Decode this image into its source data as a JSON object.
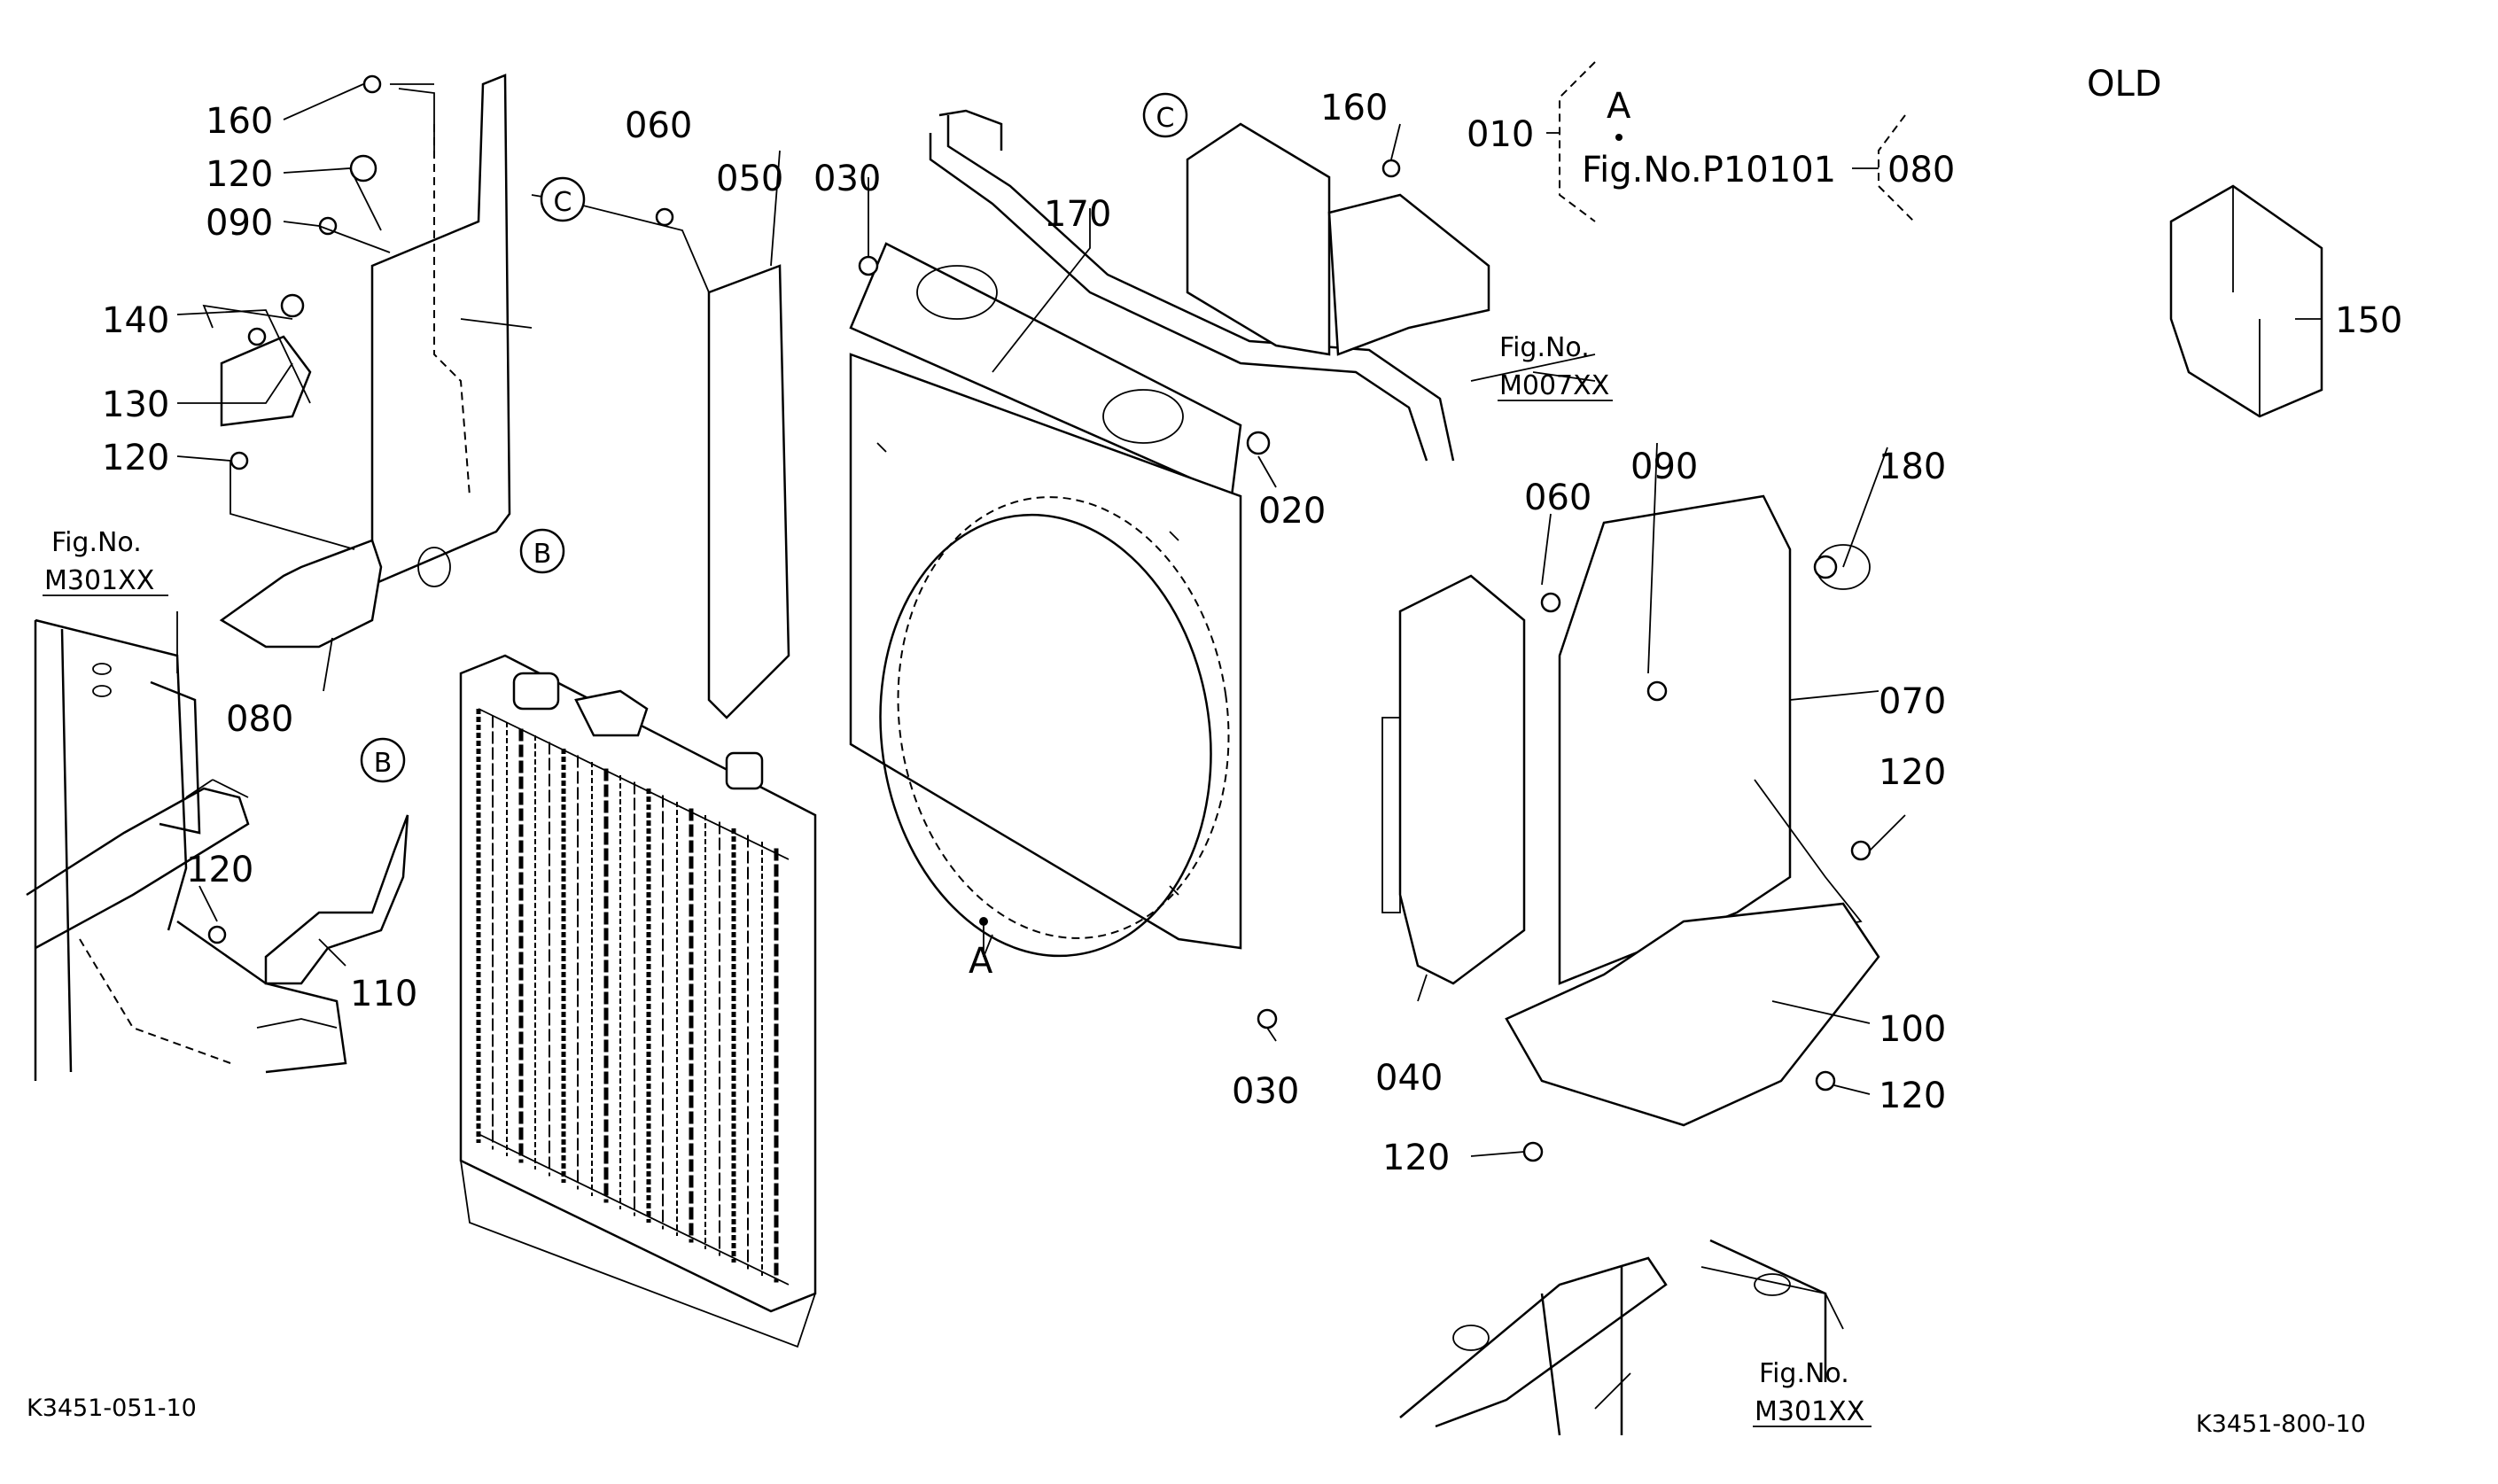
{
  "labels": {
    "l160a": "160",
    "l120a": "120",
    "l090a": "090",
    "l140": "140",
    "l130": "130",
    "l120b": "120",
    "l080a": "080",
    "l120c": "120",
    "l110": "110",
    "l060a": "060",
    "l050": "050",
    "l030a": "030",
    "l170": "170",
    "l020": "020",
    "l160b": "160",
    "l010": "010",
    "lA1": "A",
    "lFigP": "Fig.No.P10101",
    "l080b": "080",
    "lOld": "OLD",
    "l150": "150",
    "lFigM007a": "Fig.No.",
    "lFigM007b": "M007XX",
    "l060b": "060",
    "l090b": "090",
    "l180": "180",
    "l070": "070",
    "l120d": "120",
    "l100": "100",
    "l120e": "120",
    "l120f": "120",
    "l030b": "030",
    "l040": "040",
    "lA2": "A",
    "lFigM301a1": "Fig.No.",
    "lFigM301a2": "M301XX",
    "lFigM301b1": "Fig.No.",
    "lFigM301b2": "M301XX"
  },
  "callouts": {
    "c1": "C",
    "c2": "C",
    "b1": "B",
    "b2": "B"
  },
  "codes": {
    "left": "K3451-051-10",
    "right": "K3451-800-10"
  }
}
